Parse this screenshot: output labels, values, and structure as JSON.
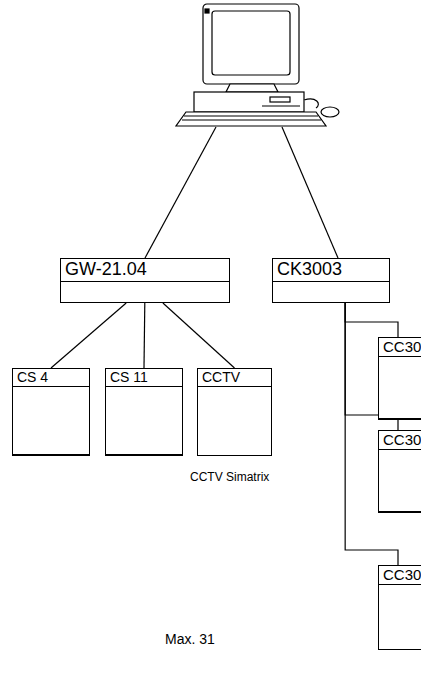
{
  "diagram": {
    "nodes": [
      {
        "text": [
          "GW-21.04"
        ]
      },
      {
        "text": [
          "CK3003"
        ]
      },
      {
        "text": [
          "CS 4"
        ]
      },
      {
        "text": [
          "CS 11"
        ]
      },
      {
        "text": [
          "CCTV"
        ]
      },
      {
        "text": [
          "CC30"
        ]
      },
      {
        "text": [
          "CC30"
        ]
      },
      {
        "text": [
          "CC30"
        ]
      }
    ],
    "edges": [
      {
        "from": 0,
        "to": 2,
        "arrow": "none"
      },
      {
        "from": 0,
        "to": 3,
        "arrow": "none"
      },
      {
        "from": 0,
        "to": 4,
        "arrow": "none"
      },
      {
        "from": 1,
        "to": 5,
        "arrow": "none"
      },
      {
        "from": 1,
        "to": 6,
        "arrow": "none"
      },
      {
        "from": 1,
        "to": 7,
        "arrow": "none"
      }
    ],
    "labels": [
      "CCTV Simatrix",
      "Max. 31"
    ]
  }
}
